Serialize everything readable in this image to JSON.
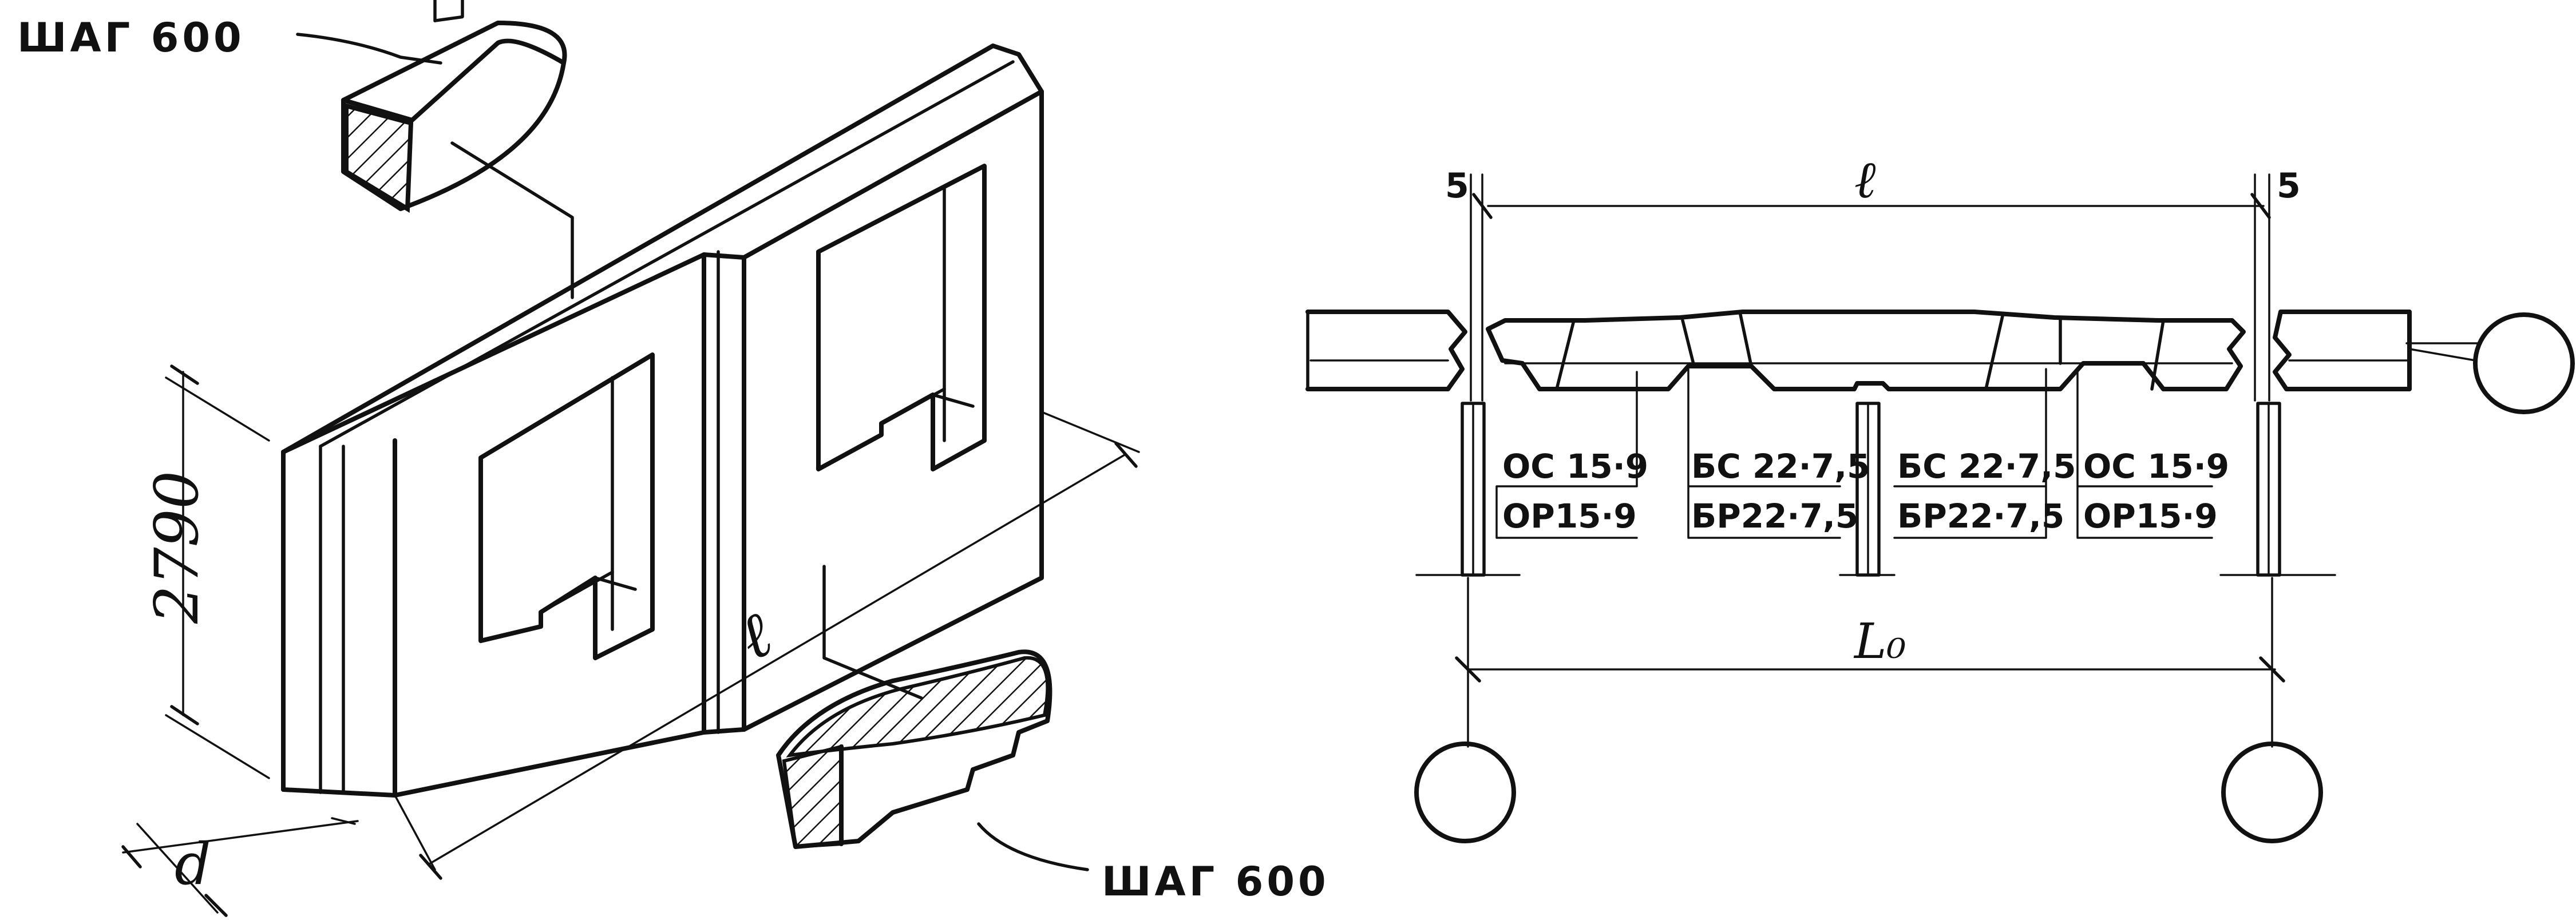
{
  "left_view": {
    "top_callout": "ШАГ 600",
    "bottom_callout": "ШАГ 600",
    "height_dim": "2790",
    "length_dim": "ℓ",
    "depth_dim": "d"
  },
  "right_view": {
    "span_label": "ℓ",
    "offset_left": "5",
    "offset_right": "5",
    "total_label": "L₀",
    "marks": [
      {
        "top": "ОС 15·9",
        "bottom": "ОР15·9"
      },
      {
        "top": "БС 22·7,5",
        "bottom": "БР22·7,5"
      },
      {
        "top": "БС 22·7,5",
        "bottom": "БР22·7,5"
      },
      {
        "top": "ОС 15·9",
        "bottom": "ОР15·9"
      }
    ]
  },
  "colors": {
    "ink": "#111111",
    "paper": "#ffffff"
  }
}
